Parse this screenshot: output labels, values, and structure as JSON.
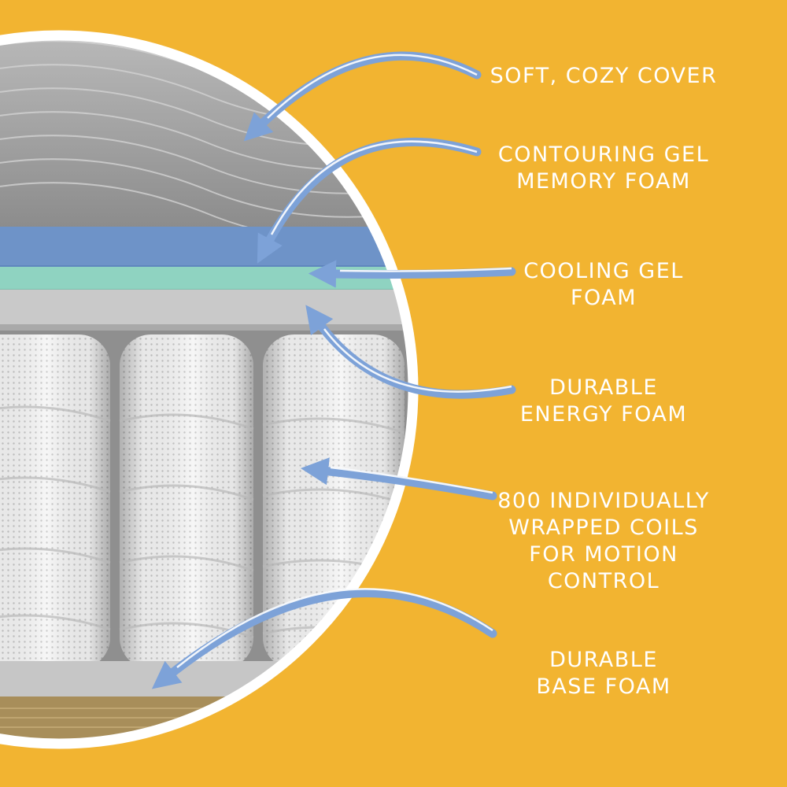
{
  "colors": {
    "background": "#F2B431",
    "circle_border": "#FFFFFF",
    "arrow": "#7DA2D8",
    "cover_layer": "#9A9A9A",
    "memory_foam_layer": "#6E93C8",
    "cooling_gel_layer": "#8FD3C1",
    "energy_foam_layer": "#C9C9C9",
    "coil_fabric": "#F4F4F4",
    "label_text": "#FFFFFF"
  },
  "labels": {
    "cover": "SOFT, COZY COVER",
    "memory_foam": "CONTOURING GEL\nMEMORY FOAM",
    "cooling_gel": "COOLING GEL\nFOAM",
    "energy_foam": "DURABLE\nENERGY FOAM",
    "coils": "800 INDIVIDUALLY\nWRAPPED COILS\nFOR MOTION\nCONTROL",
    "base_foam": "DURABLE\nBASE FOAM"
  },
  "icons": {
    "arrow": "curved-arrow-icon",
    "coil": "pocket-coil-icon"
  }
}
